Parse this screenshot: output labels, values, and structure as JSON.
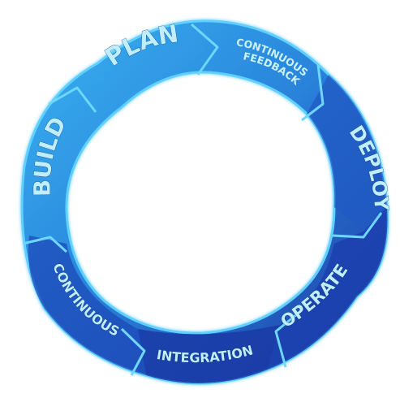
{
  "diagram": {
    "segments": [
      {
        "id": "plan",
        "label": "PLAN"
      },
      {
        "id": "continuous-feedback",
        "label_line1": "CONTINUOUS",
        "label_line2": "FEEDBACK"
      },
      {
        "id": "deploy",
        "label": "DEPLOY"
      },
      {
        "id": "operate",
        "label": "OPERATE"
      },
      {
        "id": "integration",
        "label": "INTEGRATION"
      },
      {
        "id": "continuous",
        "label": "CONTINUOUS"
      },
      {
        "id": "build",
        "label": "BUILD"
      }
    ],
    "colors": {
      "light_blue": "#2c9ee8",
      "mid_blue": "#1c6fd0",
      "dark_blue": "#1838a8",
      "rim_glow": "#58c8ff",
      "label_fill": "#bfeeff"
    }
  }
}
